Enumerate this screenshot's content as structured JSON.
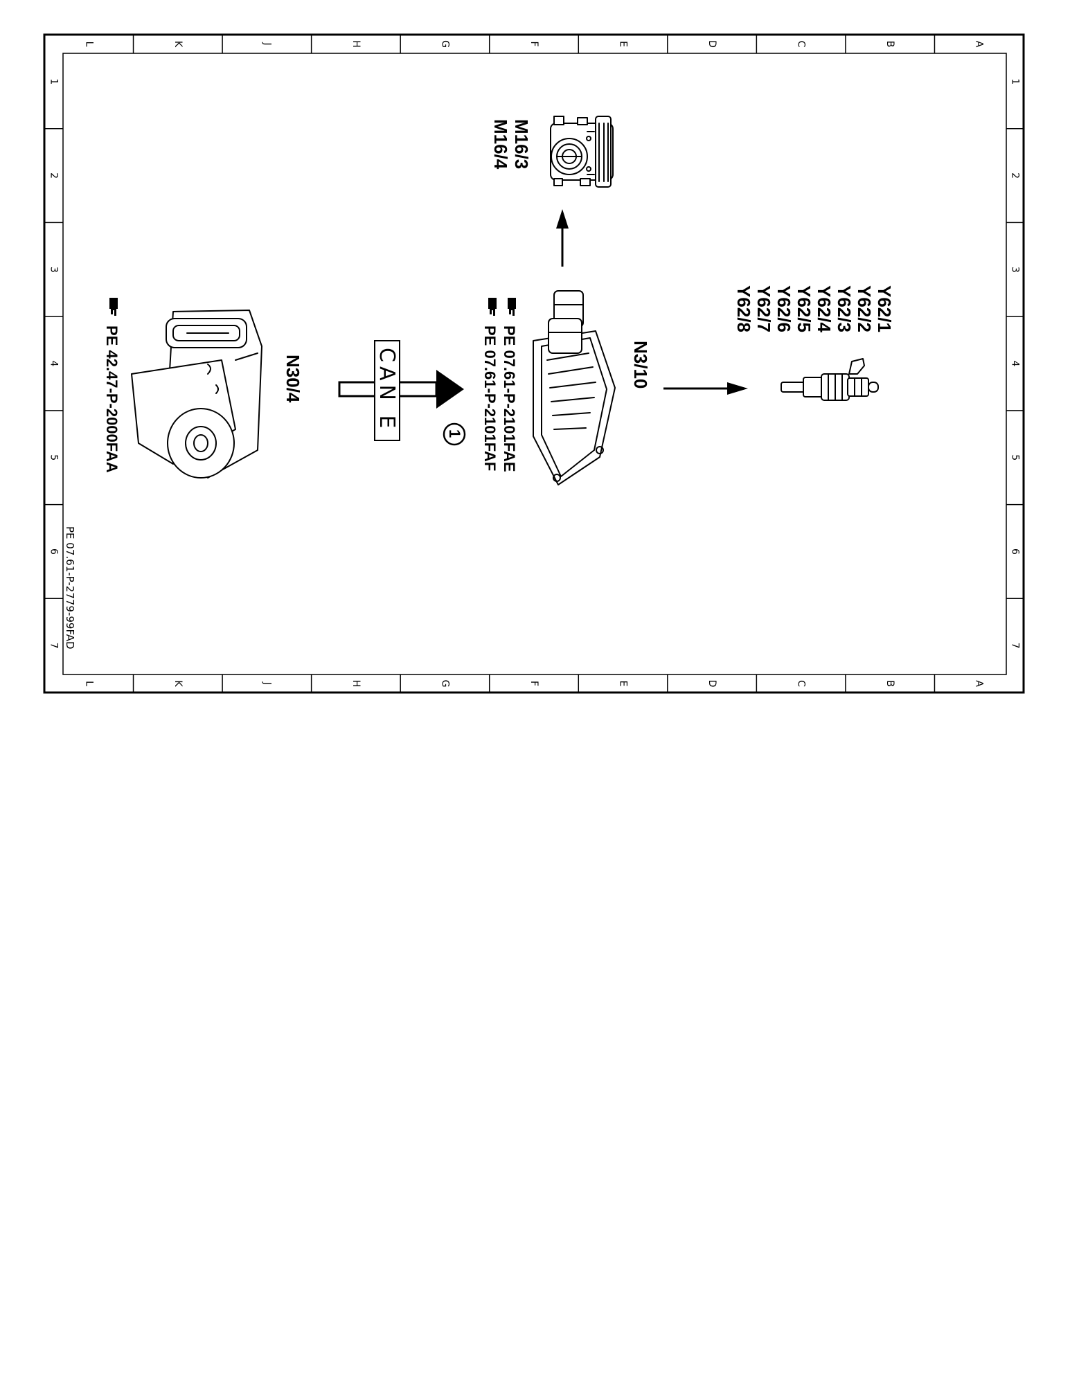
{
  "grid": {
    "letters": [
      "L",
      "K",
      "J",
      "H",
      "G",
      "F",
      "E",
      "D",
      "C",
      "B",
      "A"
    ],
    "numbers": [
      "1",
      "2",
      "3",
      "4",
      "5",
      "6",
      "7"
    ]
  },
  "components": {
    "n30_4": {
      "label": "N30/4",
      "reference": "PE 42.47-P-2000FAA"
    },
    "n3_10": {
      "label": "N3/10",
      "references": [
        "PE 07.61-P-2101FAE",
        "PE 07.61-P-2101FAF"
      ]
    },
    "m16": {
      "labels": [
        "M16/3",
        "M16/4"
      ]
    },
    "y62": {
      "labels": [
        "Y62/1",
        "Y62/2",
        "Y62/3",
        "Y62/4",
        "Y62/5",
        "Y62/6",
        "Y62/7",
        "Y62/8"
      ]
    }
  },
  "bus": {
    "label": "CAN E",
    "marker_number": "1"
  },
  "document_id": "PE 07.61-P-2779-99FAD",
  "icons": {
    "reference": "pointing-hand-icon"
  }
}
